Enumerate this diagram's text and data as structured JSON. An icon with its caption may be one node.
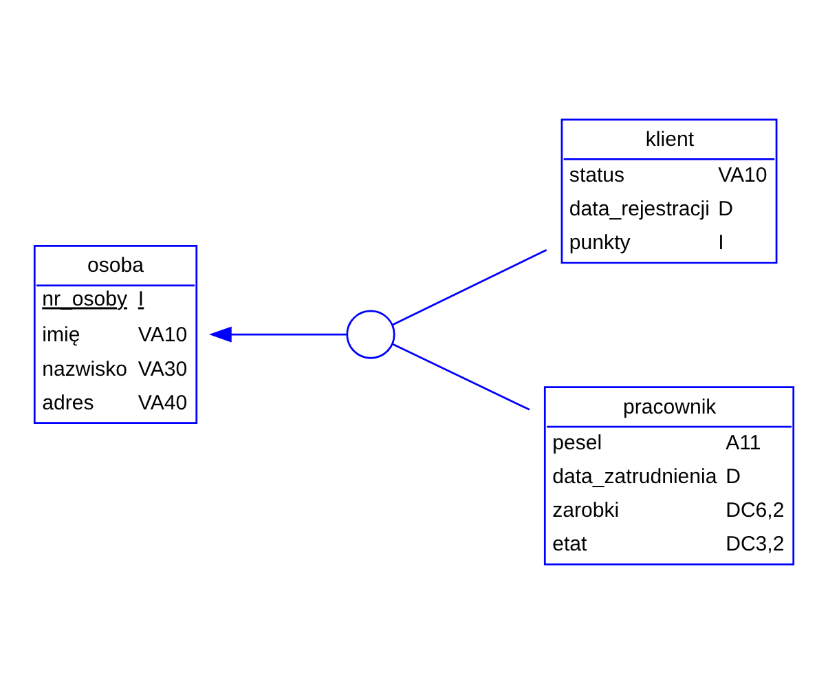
{
  "diagram": {
    "nodes": [
      {
        "text": [
          "osoba",
          "nr_osoby",
          "I",
          "imię",
          "VA10",
          "nazwisko",
          "VA30",
          "adres",
          "VA40"
        ]
      },
      {
        "text": [
          "klient",
          "status",
          "VA10",
          "data_rejestracji",
          "D",
          "punkty",
          "I"
        ]
      },
      {
        "text": [],
        "shape": "semicircle"
      },
      {
        "text": [
          "pracownik",
          "pesel",
          "A11",
          "data_zatrudnienia",
          "D",
          "zarobki",
          "DC6,2",
          "etat",
          "DC3,2"
        ]
      }
    ],
    "edges": [
      {
        "from": 2,
        "to": 0,
        "arrow": "to"
      },
      {
        "from": 1,
        "to": 2,
        "arrow": "none"
      },
      {
        "from": 3,
        "to": 2,
        "arrow": "none"
      }
    ]
  }
}
